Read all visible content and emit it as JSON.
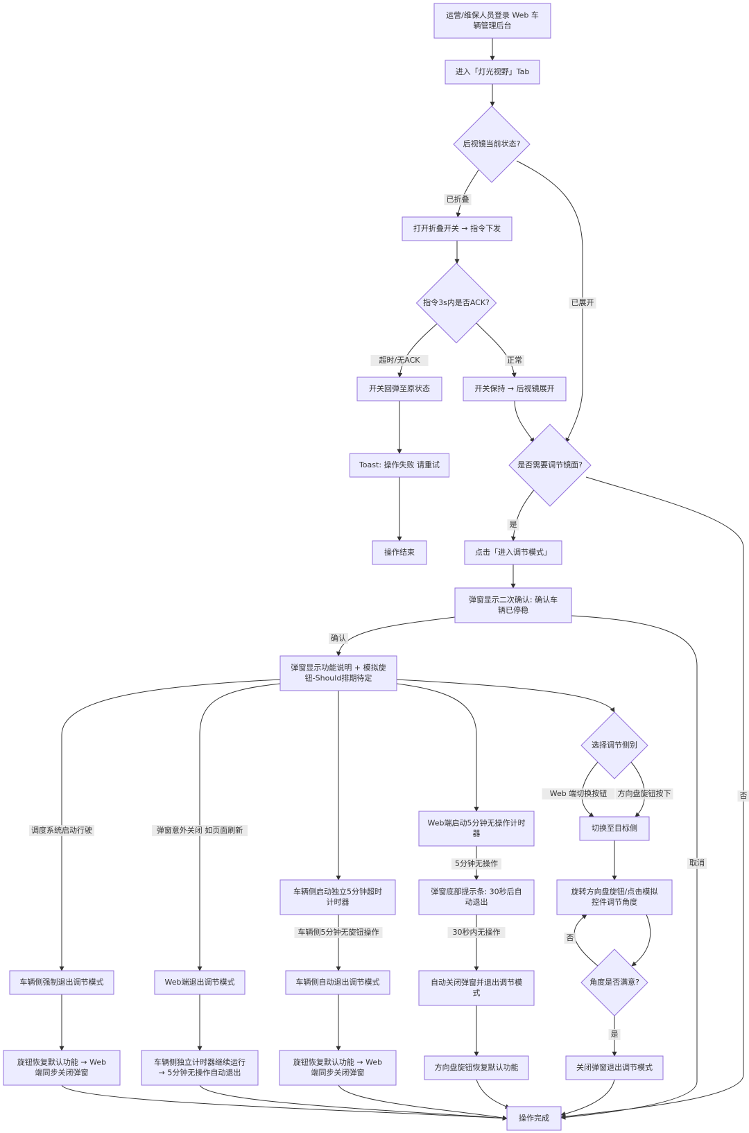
{
  "nodes": {
    "login": [
      "运营/维保人员登录 Web 车",
      "辆管理后台"
    ],
    "tab": [
      "进入「灯光视野」Tab"
    ],
    "mirror_state": [
      "后视镜当前状态?"
    ],
    "open_fold": [
      "打开折叠开关 → 指令下发"
    ],
    "ack": [
      "指令3s内是否ACK?"
    ],
    "rebound": [
      "开关回弹至原状态"
    ],
    "keep": [
      "开关保持 → 后视镜展开"
    ],
    "toast": [
      "Toast: 操作失败 请重试"
    ],
    "adjust_q": [
      "是否需要调节镜面?"
    ],
    "end_op": [
      "操作结束"
    ],
    "enter_mode": [
      "点击「进入调节模式」"
    ],
    "confirm_popup": [
      "弹窗显示二次确认: 确认车",
      "辆已停稳"
    ],
    "func_popup": [
      "弹窗显示功能说明 + 模拟旋",
      "钮-Should排期待定"
    ],
    "select_side": [
      "选择调节侧别"
    ],
    "web_timer": [
      "Web端启动5分钟无操作计时",
      "器"
    ],
    "switch_side": [
      "切换至目标侧"
    ],
    "vehicle_timer": [
      "车辆侧启动独立5分钟超时",
      "计时器"
    ],
    "hint_bar": [
      "弹窗底部提示条: 30秒后自",
      "动退出"
    ],
    "rotate": [
      "旋转方向盘旋钮/点击模拟",
      "控件调节角度"
    ],
    "force_exit": [
      "车辆侧强制退出调节模式"
    ],
    "web_exit": [
      "Web端退出调节模式"
    ],
    "auto_exit": [
      "车辆侧自动退出调节模式"
    ],
    "auto_close": [
      "自动关闭弹窗并退出调节模",
      "式"
    ],
    "satisfied": [
      "角度是否满意?"
    ],
    "restore1": [
      "旋钮恢复默认功能 → Web",
      "端同步关闭弹窗"
    ],
    "vehicle_continue": [
      "车辆侧独立计时器继续运行",
      "→ 5分钟无操作自动退出"
    ],
    "restore2": [
      "旋钮恢复默认功能 → Web",
      "端同步关闭弹窗"
    ],
    "wheel_restore": [
      "方向盘旋钮恢复默认功能"
    ],
    "close_popup": [
      "关闭弹窗退出调节模式"
    ],
    "done": [
      "操作完成"
    ]
  },
  "edge_labels": {
    "folded": "已折叠",
    "expanded": "已展开",
    "timeout": "超时/无ACK",
    "normal": "正常",
    "yes": "是",
    "no_adjust": "否",
    "confirm": "确认",
    "cancel": "取消",
    "dispatch": "调度系统启动行驶",
    "popup_closed": "弹窗意外关闭 如页面刷新",
    "vehicle_5min": "车辆侧5分钟无旋钮操作",
    "five_min": "5分钟无操作",
    "thirty_sec": "30秒内无操作",
    "web_switch": "Web 端切换按钮",
    "wheel_press": "方向盘旋钮按下",
    "no_sat": "否",
    "yes_sat": "是"
  }
}
